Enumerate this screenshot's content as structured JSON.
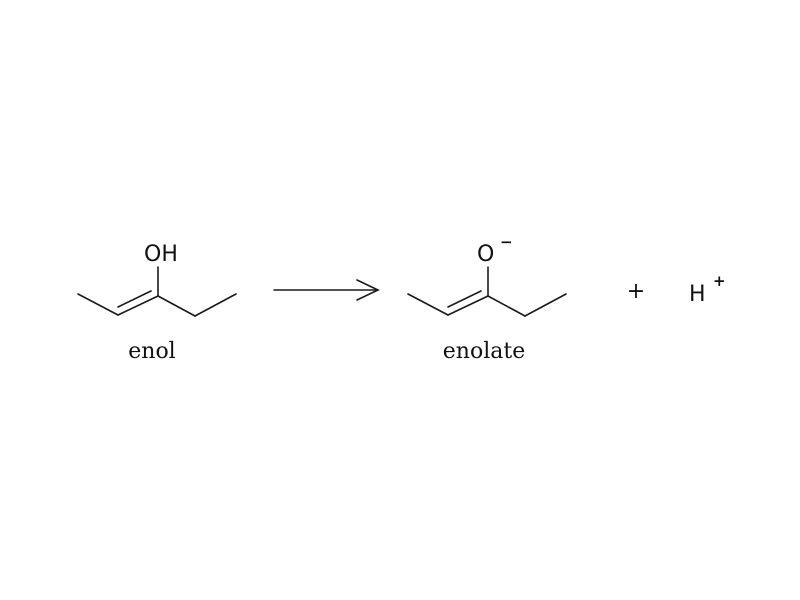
{
  "diagram": {
    "type": "chemical-reaction-scheme",
    "reactant": {
      "name": "enol",
      "heteroatom_label": "OH",
      "charge": ""
    },
    "arrow": {
      "direction": "forward"
    },
    "product": {
      "name": "enolate",
      "heteroatom_label": "O",
      "charge": "−"
    },
    "plus_sign": "+",
    "byproduct": {
      "label": "H",
      "charge": "+"
    }
  }
}
